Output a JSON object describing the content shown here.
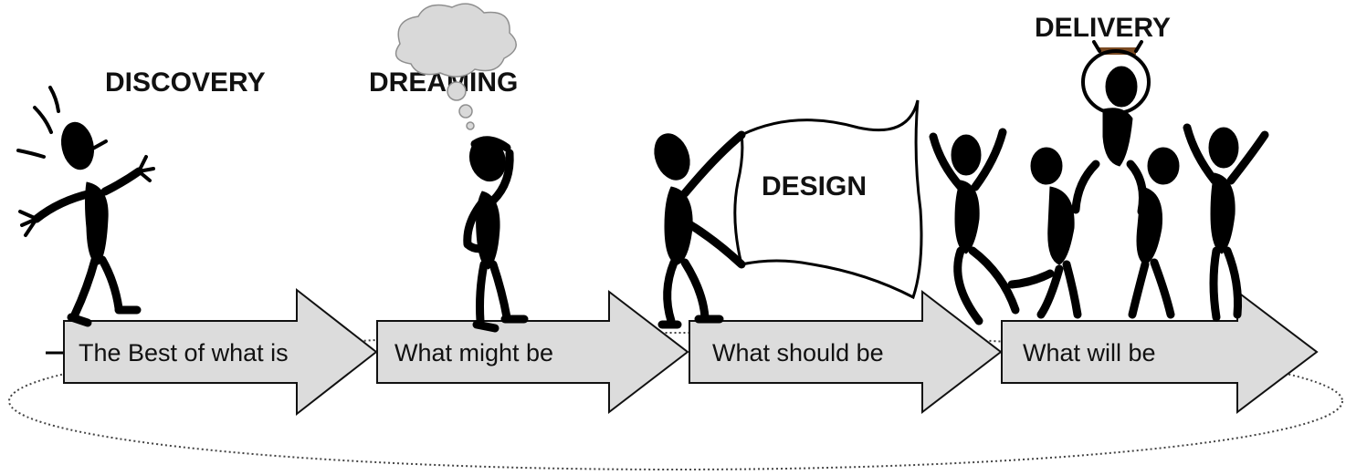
{
  "phases": [
    {
      "title": "DISCOVERY",
      "label": "The Best of what is"
    },
    {
      "title": "DREAMING",
      "label": "What might be"
    },
    {
      "title": "DESIGN",
      "label": "What should be"
    },
    {
      "title": "DELIVERY",
      "label": "What will be"
    }
  ],
  "colors": {
    "arrow_fill": "#dcdcdc",
    "ink": "#000000",
    "cloud_fill": "#d9d9d9",
    "bar_brown": "#7a4a22"
  }
}
